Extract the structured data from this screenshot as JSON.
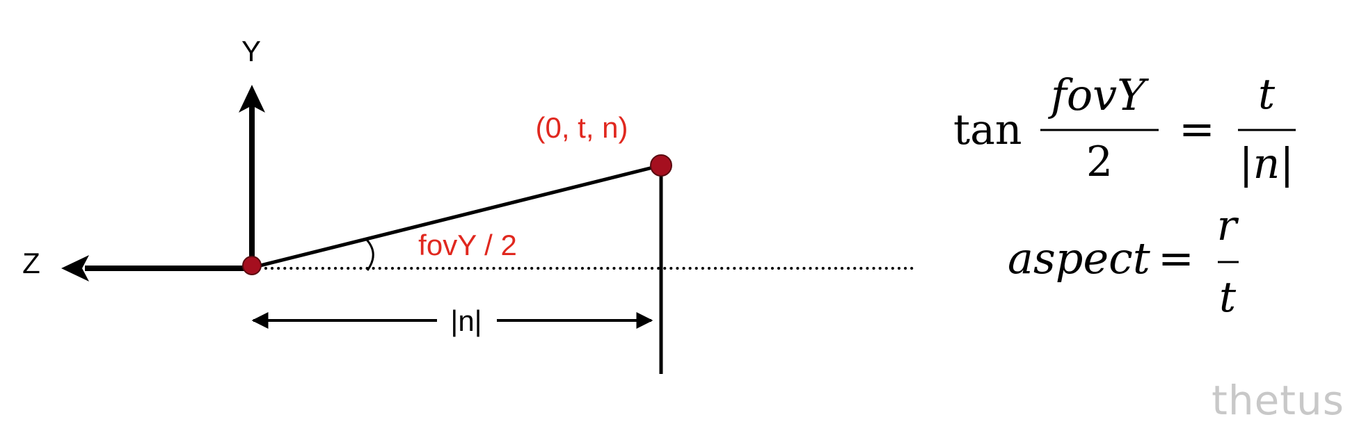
{
  "diagram": {
    "axes": {
      "y_label": "Y",
      "z_label": "Z"
    },
    "point_label": "(0, t, n)",
    "angle_label": "fovY / 2",
    "distance_label": "|n|",
    "colors": {
      "ink": "#000000",
      "accent": "#e0281f",
      "point_fill": "#a50f1f"
    }
  },
  "formulas": {
    "eq1": {
      "func": "tan",
      "lhs_numerator": "fovY",
      "lhs_denominator": "2",
      "equals": "=",
      "rhs_numerator": "t",
      "rhs_denominator": "|n|"
    },
    "eq2": {
      "lhs": "aspect",
      "equals": "=",
      "rhs_numerator": "r",
      "rhs_denominator": "t"
    }
  },
  "watermark": "thetus"
}
